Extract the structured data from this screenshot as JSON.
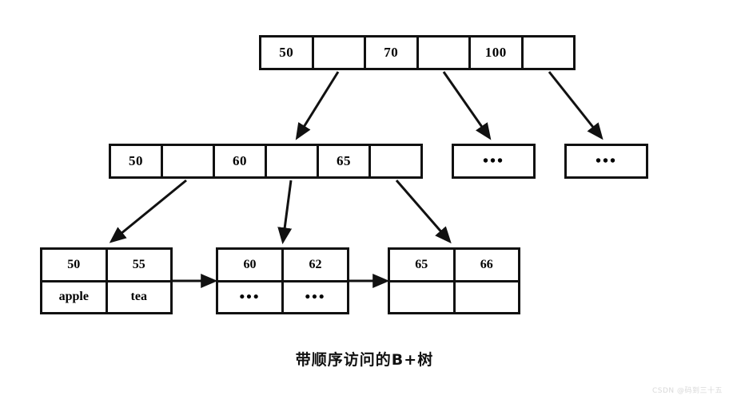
{
  "diagram": {
    "caption": "带顺序访问的B+树",
    "watermark": "CSDN @码到三十五",
    "colors": {
      "stroke": "#111111",
      "background": "#ffffff",
      "text": "#000000",
      "watermark": "#d9d9d9"
    }
  },
  "root_node": {
    "label": "root-index-node",
    "cells": [
      {
        "text": "50",
        "kind": "key"
      },
      {
        "text": "",
        "kind": "pointer"
      },
      {
        "text": "70",
        "kind": "key"
      },
      {
        "text": "",
        "kind": "pointer"
      },
      {
        "text": "100",
        "kind": "key"
      },
      {
        "text": "",
        "kind": "pointer"
      }
    ]
  },
  "internal_node": {
    "label": "internal-index-node",
    "cells": [
      {
        "text": "50",
        "kind": "key"
      },
      {
        "text": "",
        "kind": "pointer"
      },
      {
        "text": "60",
        "kind": "key"
      },
      {
        "text": "",
        "kind": "pointer"
      },
      {
        "text": "65",
        "kind": "key"
      },
      {
        "text": "",
        "kind": "pointer"
      }
    ]
  },
  "ellipsis_nodes": [
    {
      "text": "•••"
    },
    {
      "text": "•••"
    }
  ],
  "leaf_nodes": [
    {
      "label": "leaf-node-1",
      "keys": [
        "50",
        "55"
      ],
      "values": [
        "apple",
        "tea"
      ],
      "values_are_dots": false
    },
    {
      "label": "leaf-node-2",
      "keys": [
        "60",
        "62"
      ],
      "values": [
        "•••",
        "•••"
      ],
      "values_are_dots": true
    },
    {
      "label": "leaf-node-3",
      "keys": [
        "65",
        "66"
      ],
      "values": [
        "",
        ""
      ],
      "values_are_dots": false
    }
  ]
}
